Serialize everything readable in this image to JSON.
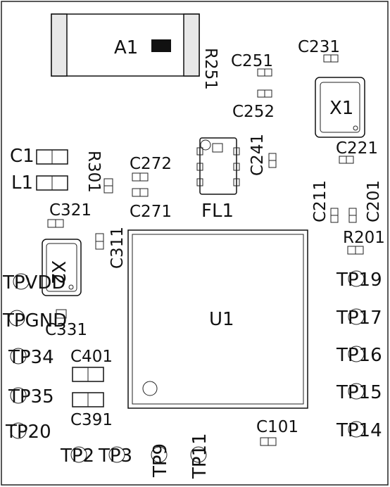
{
  "parts": {
    "A1": "A1",
    "R251": "R251",
    "C251": "C251",
    "C231": "C231",
    "X1": "X1",
    "C252": "C252",
    "C241": "C241",
    "C221": "C221",
    "C1": "C1",
    "R301": "R301",
    "C272": "C272",
    "L1": "L1",
    "C271": "C271",
    "FL1": "FL1",
    "C211": "C211",
    "C201": "C201",
    "C321": "C321",
    "R201": "R201",
    "C311": "C311",
    "X2": "X2",
    "U1": "U1",
    "C331": "C331",
    "C401": "C401",
    "C391": "C391",
    "C101": "C101"
  },
  "test_points": {
    "TPVDD": "TPVDD",
    "TPGND": "TPGND",
    "TP34": "TP34",
    "TP35": "TP35",
    "TP20": "TP20",
    "TP2": "TP2",
    "TP3": "TP3",
    "TP9": "TP9",
    "TP11": "TP11",
    "TP19": "TP19",
    "TP17": "TP17",
    "TP16": "TP16",
    "TP15": "TP15",
    "TP14": "TP14"
  },
  "colors": {
    "ink": "#111111",
    "body": "#e8e8e8",
    "background": "#ffffff"
  }
}
